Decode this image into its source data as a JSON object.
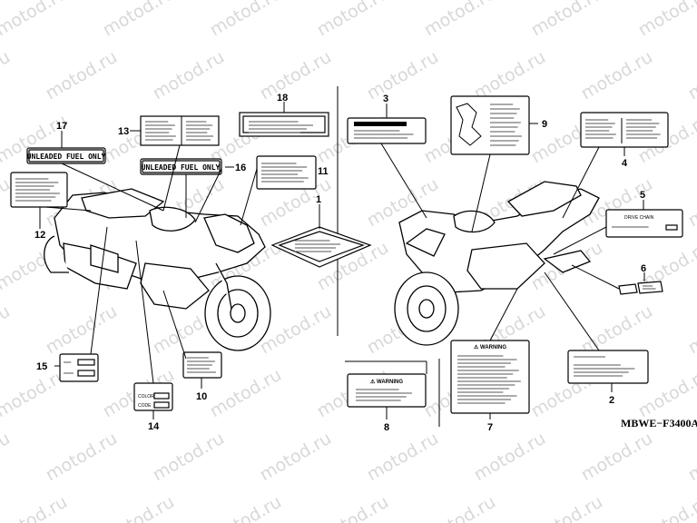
{
  "watermark": "motod.ru",
  "diagram_code": "MBWE−F3400A",
  "labels": {
    "n1": "1",
    "n2": "2",
    "n3": "3",
    "n4": "4",
    "n5": "5",
    "n6": "6",
    "n7": "7",
    "n8": "8",
    "n9": "9",
    "n10": "10",
    "n11": "11",
    "n12": "12",
    "n13": "13",
    "n14": "14",
    "n15": "15",
    "n16": "16",
    "n17": "17",
    "n18": "18"
  },
  "label_text": {
    "unleaded": "UNLEADED FUEL ONLY",
    "warning": "⚠ WARNING",
    "color": "COLOR",
    "code": "CODE",
    "drive_chain": "DRIVE CHAIN"
  }
}
